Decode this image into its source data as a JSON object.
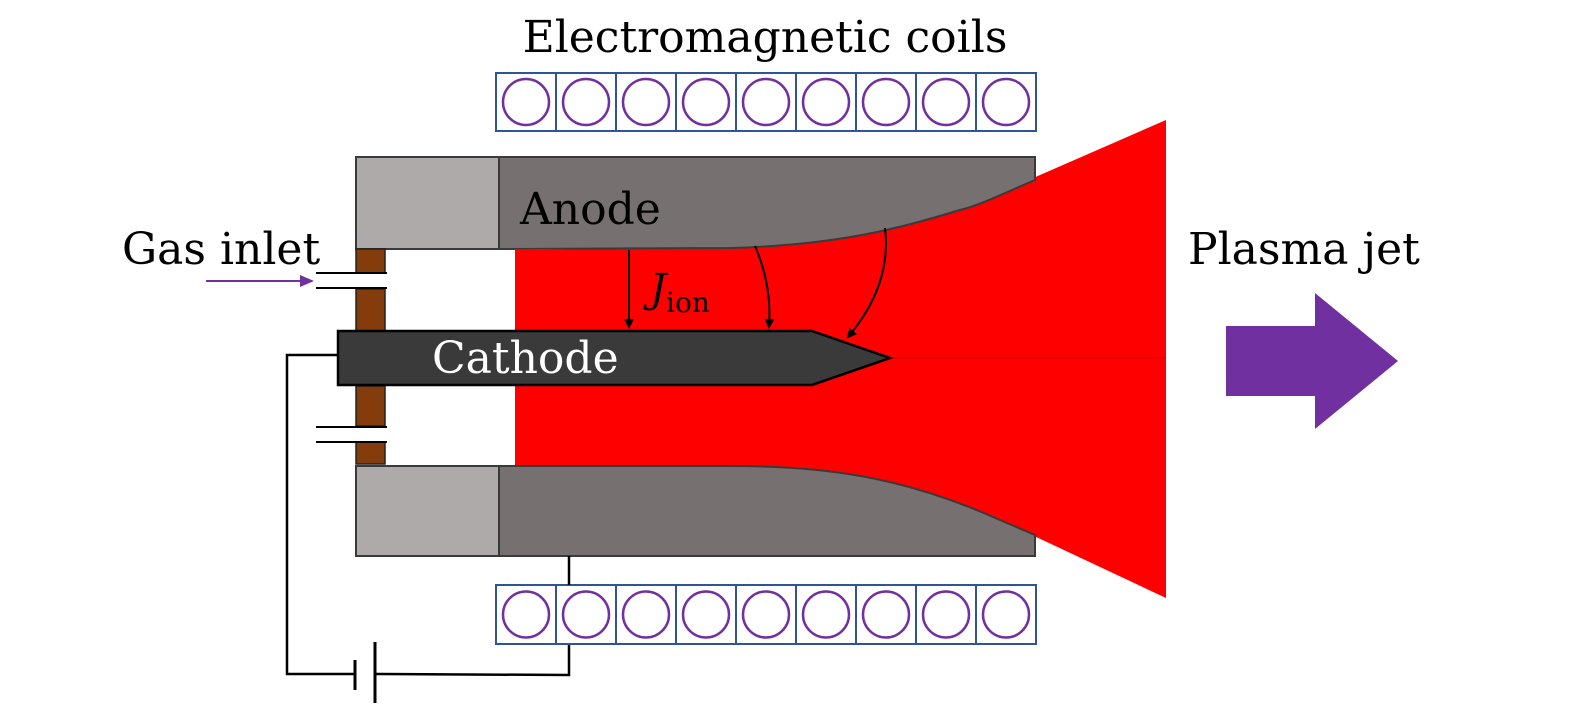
{
  "labels": {
    "coils": "Electromagnetic coils",
    "anode": "Anode",
    "cathode": "Cathode",
    "gas_inlet": "Gas inlet",
    "plasma_jet": "Plasma jet",
    "current_symbol": "J",
    "current_subscript": "ion"
  },
  "coils": {
    "top_count": 9,
    "bottom_count": 9
  },
  "colors": {
    "plasma": "#ff0000",
    "anode_dark": "#767170",
    "anode_light": "#aeaaa9",
    "cathode": "#3a3a3a",
    "insulator": "#843c0c",
    "coil_outline": "#2f5597",
    "coil_circle": "#7030a0",
    "jet_arrow": "#7030a0",
    "gas_arrow": "#7030a0"
  },
  "icons": {
    "plasma_jet_arrow": "right-arrow-icon",
    "gas_inlet_arrow": "right-arrow-icon",
    "power_source": "battery-icon"
  }
}
